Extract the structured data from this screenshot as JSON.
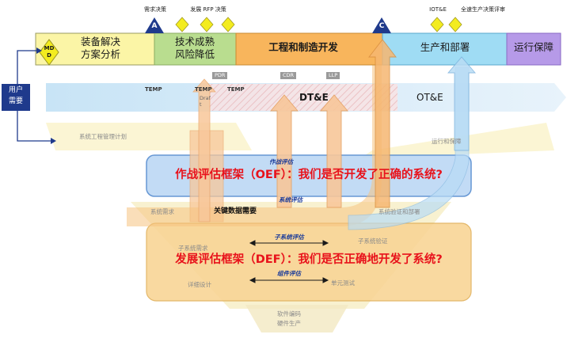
{
  "colors": {
    "phase_yellow": "#fbf5a6",
    "phase_green": "#b9dd8f",
    "phase_orange": "#f8b55c",
    "phase_blue": "#9fdcf4",
    "phase_purple": "#b69ae8",
    "oef_box": "#bdd8f5",
    "def_box": "#f9d596",
    "milestone_blue": "#1f3a8c",
    "decision_yellow": "#f3ec1f",
    "title_red": "#e8121b"
  },
  "user_need": {
    "line1": "用户",
    "line2": "需要"
  },
  "mdd": {
    "line1": "MD",
    "line2": "D"
  },
  "milestones": {
    "a": "A",
    "c": "C"
  },
  "top_labels": {
    "requirement_decision": "需求决策",
    "dev_rfp_decision": "发展 RFP 决策",
    "iote": "IOT&E",
    "full_rate_decision": "全速生产决策评审"
  },
  "phases": {
    "materiel_solution_line1": "装备解决",
    "materiel_solution_line2": "方案分析",
    "tech_maturation_line1": "技术成熟",
    "tech_maturation_line2": "风险降低",
    "emd": "工程和制造开发",
    "production_deployment": "生产和部署",
    "operations_support": "运行保障"
  },
  "test_band": {
    "dte": "DT&E",
    "ote": "OT&E",
    "temp1": "TEMP",
    "temp2": "TEMP",
    "temp3": "TEMP",
    "draft": "Draf",
    "draft2": "t",
    "pdr": "PDR",
    "cdr": "CDR",
    "llp": "LLP"
  },
  "v_labels": {
    "sys_eng_plan": "系统工程管理计划",
    "ops_validation": "运行和保障",
    "sys_requirements": "系统需求",
    "sys_verification": "系统验证和部署",
    "subsystem_requirements": "子系统需求",
    "subsystem_verification": "子系统验证",
    "detailed_design": "详细设计",
    "unit_test": "单元测试",
    "software_coding": "软件编码",
    "hardware_production": "硬件生产",
    "key_data_needs": "关键数据需要"
  },
  "evaluations": {
    "operational_eval": "作战评估",
    "system_eval": "系统评估",
    "subsystem_eval": "子系统评估",
    "component_eval": "组件评估"
  },
  "frameworks": {
    "oef_title": "作战评估框架（OEF）：我们是否开发了正确的系统?",
    "def_title": "发展评估框架（DEF）：我们是否正确地开发了系统?"
  }
}
